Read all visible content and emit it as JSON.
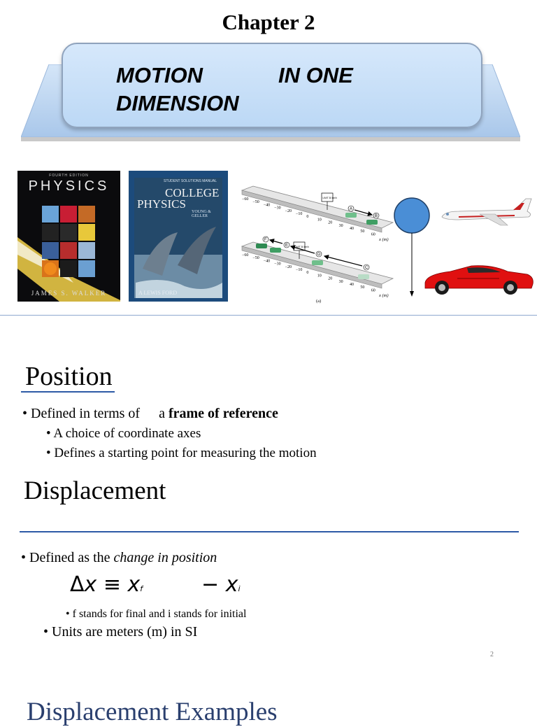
{
  "slide1": {
    "chapter": "Chapter 2",
    "banner": {
      "word1": "MOTION",
      "word2": "IN ONE",
      "word3": "DIMENSION"
    },
    "book1": {
      "edition": "FOURTH EDITION",
      "title": "PHYSICS",
      "author": "JAMES S. WALKER"
    },
    "book2": {
      "subtitle": "STUDENT SOLUTIONS MANUAL",
      "title1": "COLLEGE",
      "title2": "PHYSICS",
      "authors": "YOUNG & GELLER",
      "credit": "A LEWIS FORD"
    },
    "diagram": {
      "ticks": [
        "−60",
        "−50",
        "−40",
        "−30",
        "−20",
        "−10",
        "0",
        "10",
        "20",
        "30",
        "40",
        "50",
        "60"
      ],
      "axis_label": "x (m)",
      "sign": "LIMIT 30 km/h",
      "points": [
        "A",
        "B",
        "C",
        "D",
        "E",
        "F"
      ],
      "caption": "(a)"
    }
  },
  "slide2": {
    "position": {
      "heading": "Position",
      "bullet1_pre": "Defined in terms of ",
      "bullet1_mid": "a ",
      "bullet1_bold": "frame of  reference",
      "sub1": "A choice of coordinate axes",
      "sub2": "Defines a starting point for measuring  the motion"
    },
    "displacement": {
      "heading": "Displacement",
      "bullet_pre": "Defined as the ",
      "bullet_italic": "change in position",
      "eq_delta": "Δ",
      "eq_x": "x",
      "eq_equiv": " ≡ ",
      "eq_sub_f": "f",
      "eq_minus": "− ",
      "eq_sub_i": "i",
      "note": "f stands for final and i stands for initial",
      "units": "Units are meters (m) in SI"
    },
    "page": "2"
  },
  "slide3": {
    "heading": "Displacement Examples"
  },
  "colors": {
    "banner": "#c5dcf6",
    "rule": "#2d5aa6",
    "ball": "#4a8ed6",
    "car": "#e01010"
  }
}
